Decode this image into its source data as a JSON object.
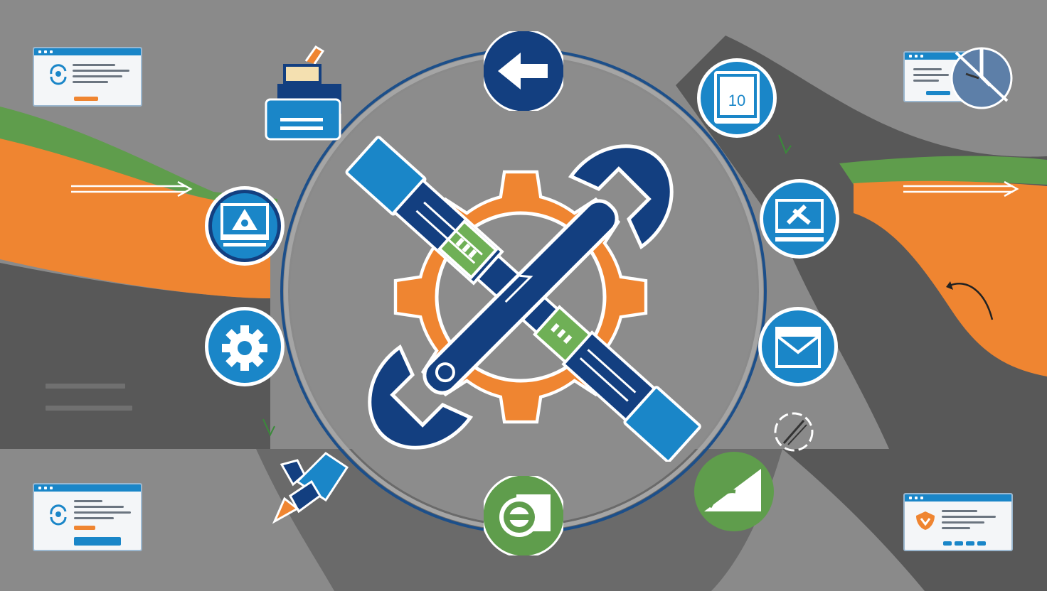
{
  "scene": {
    "description_free": true,
    "colors": {
      "background": "#8a8a8a",
      "dark_band": "#5a5a5a",
      "orange": "#ef8531",
      "green": "#5f9d4c",
      "blue": "#1a86c8",
      "navy": "#133f80",
      "white": "#ffffff"
    }
  },
  "center_art": {
    "icons": [
      "gear-icon",
      "wrench-icon",
      "screwdriver-icon"
    ]
  },
  "ring_nodes": [
    {
      "name": "back-arrow-node",
      "icon": "arrow-left-icon",
      "color": "#133f80"
    },
    {
      "name": "calendar-node",
      "icon": "calendar-icon",
      "color": "#1a86c8",
      "text": "10"
    },
    {
      "name": "monitor-tools-node",
      "icon": "monitor-tools-icon",
      "color": "#1a86c8"
    },
    {
      "name": "mail-node",
      "icon": "mail-icon",
      "color": "#1a86c8"
    },
    {
      "name": "chart-node",
      "icon": "chart-icon",
      "color": "#5f9d4c"
    },
    {
      "name": "support-node",
      "icon": "headset-icon",
      "color": "#5f9d4c"
    },
    {
      "name": "settings-node",
      "icon": "gear-icon",
      "color": "#1a86c8"
    },
    {
      "name": "warning-monitor-node",
      "icon": "warning-monitor-icon",
      "color": "#1a86c8"
    }
  ],
  "corner_windows": [
    {
      "name": "window-top-left",
      "icon": "refresh-icon"
    },
    {
      "name": "window-top-right",
      "icon": "clock-icon"
    },
    {
      "name": "window-bottom-left",
      "icon": "refresh-icon"
    },
    {
      "name": "window-bottom-right",
      "icon": "shield-icon"
    }
  ],
  "satellite_icons": [
    "toolbox-icon",
    "robot-arm-icon",
    "compass-icon"
  ]
}
